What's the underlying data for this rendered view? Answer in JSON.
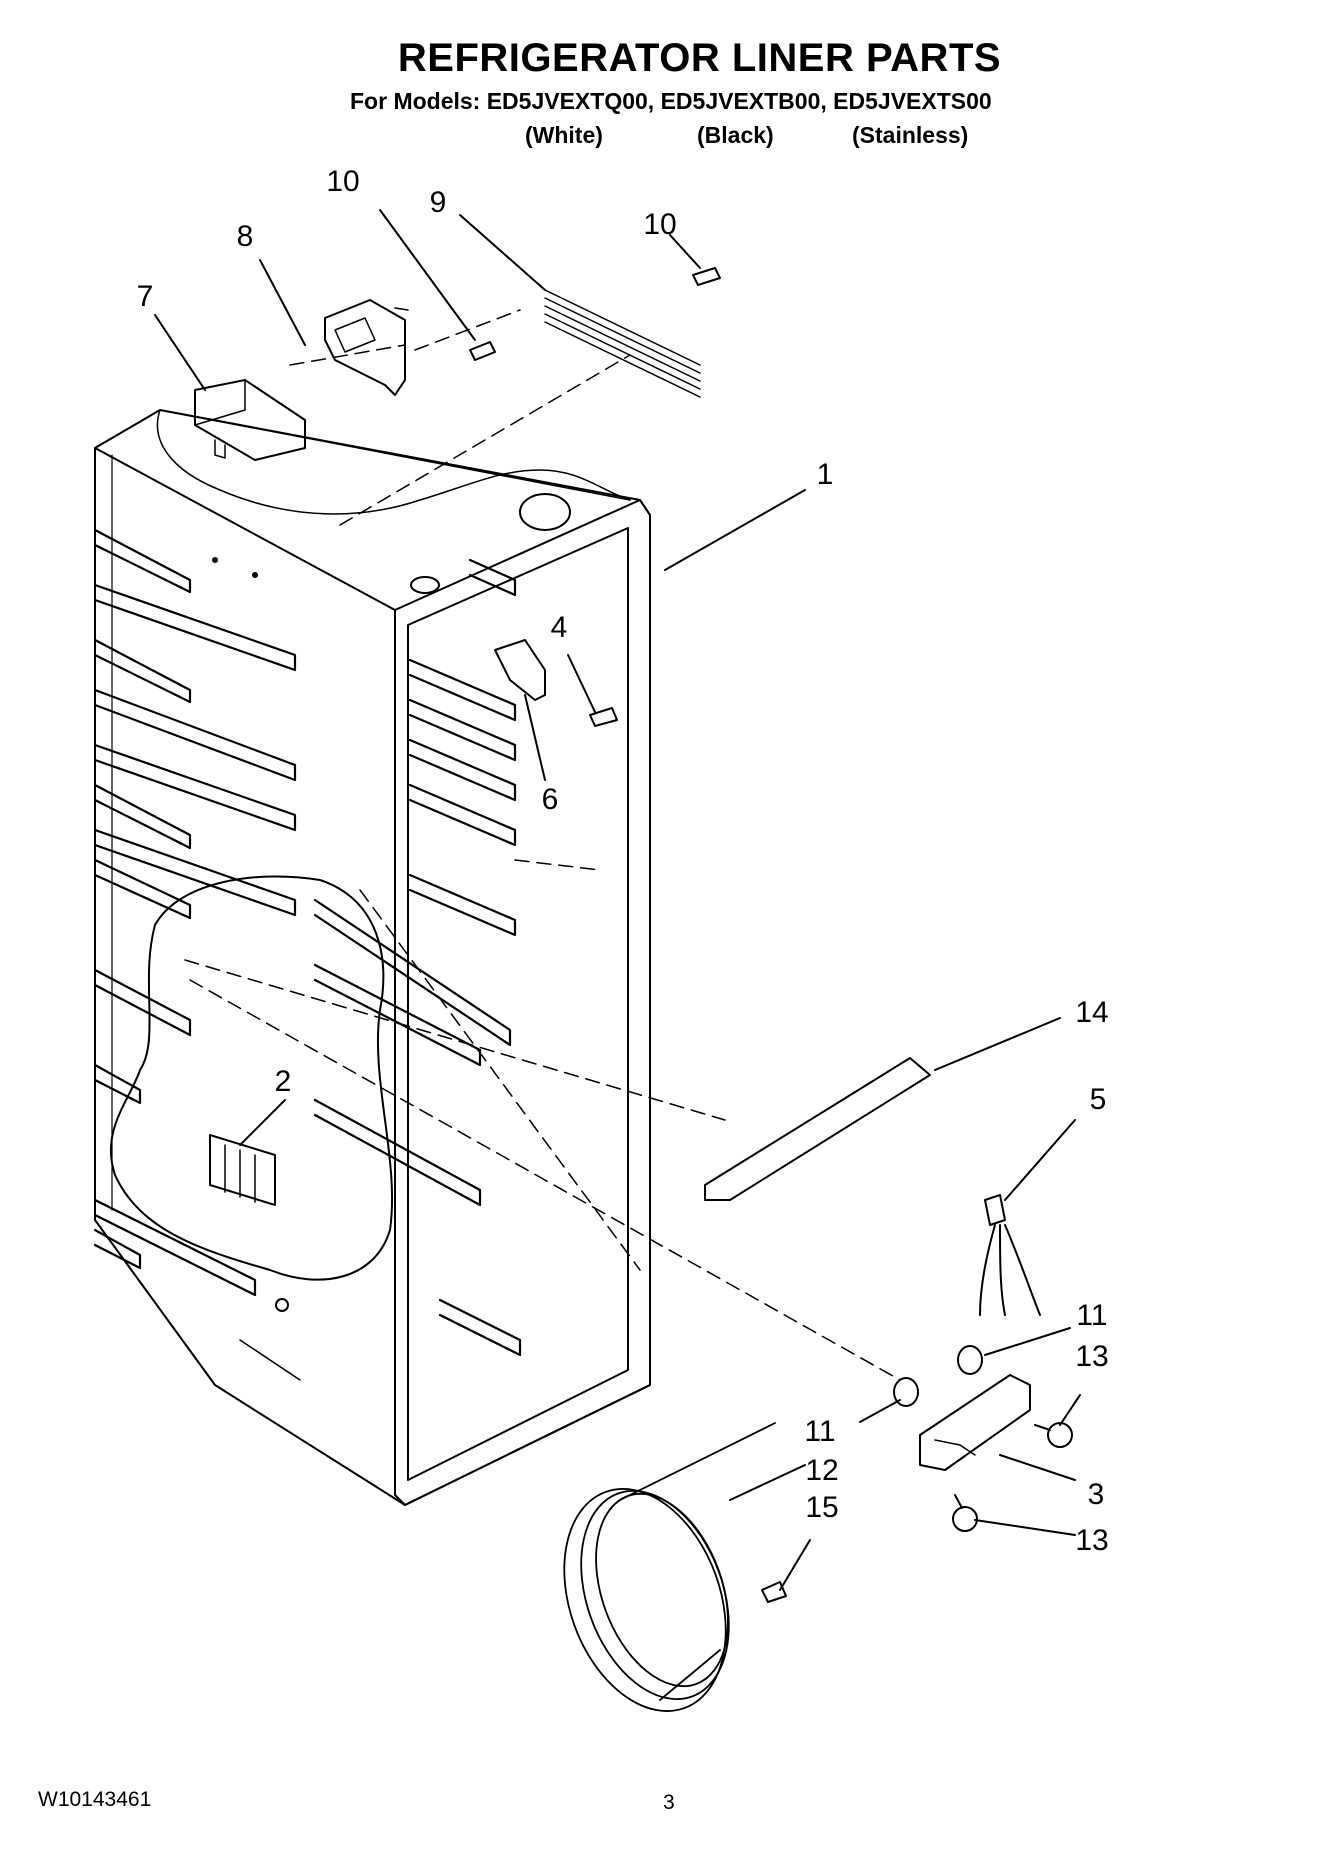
{
  "title": "REFRIGERATOR LINER PARTS",
  "models_line": "For Models: ED5JVEXTQ00, ED5JVEXTB00, ED5JVEXTS00",
  "variants": [
    "(White)",
    "(Black)",
    "(Stainless)"
  ],
  "callouts": [
    "10",
    "9",
    "10",
    "8",
    "7",
    "1",
    "4",
    "6",
    "14",
    "5",
    "2",
    "11",
    "13",
    "11",
    "12",
    "3",
    "15",
    "13"
  ],
  "footer": {
    "doc_number": "W10143461",
    "page_number": "3"
  }
}
